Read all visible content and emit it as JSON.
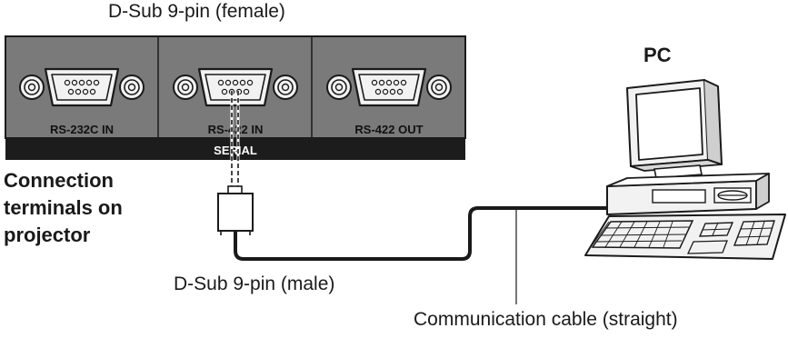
{
  "labels": {
    "dsub_female": "D-Sub 9-pin (female)",
    "pc": "PC",
    "connection_terminals": [
      "Connection",
      "terminals on",
      "projector"
    ],
    "dsub_male": "D-Sub 9-pin (male)",
    "communication_cable": "Communication cable (straight)"
  },
  "panel": {
    "ports": [
      {
        "label": "RS-232C IN"
      },
      {
        "label": "RS-422 IN"
      },
      {
        "label": "RS-422 OUT"
      }
    ],
    "group_label": "SERIAL"
  },
  "colors": {
    "panel": "#7a7a7a",
    "label_bar": "#1c1c1c",
    "connector_face": "#f2f2f2",
    "line": "#1a1a1a"
  }
}
